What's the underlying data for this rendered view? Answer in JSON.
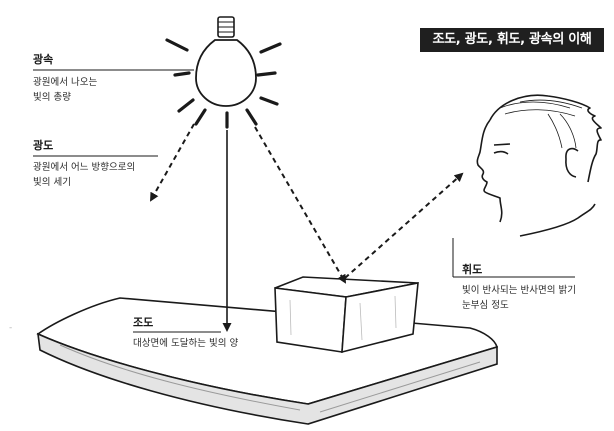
{
  "title": "조도, 광도, 휘도, 광속의 이해",
  "labels": {
    "luminous_flux": {
      "term": "광속",
      "desc": [
        "광원에서 나오는",
        "빛의 총량"
      ]
    },
    "luminous_intensity": {
      "term": "광도",
      "desc": [
        "광원에서 어느 방향으로의",
        "빛의 세기"
      ]
    },
    "illuminance": {
      "term": "조도",
      "desc": [
        "대상면에 도달하는 빛의 양"
      ]
    },
    "luminance": {
      "term": "휘도",
      "desc": [
        "빛이 반사되는 반사면의 밝기",
        "눈부심 정도"
      ]
    }
  },
  "colors": {
    "ink": "#1a1a1a",
    "badge_background": "#1f1f1f",
    "badge_text": "#ffffff",
    "surface_shade": "#dcdcdc"
  },
  "icons": [
    "light-bulb-icon",
    "person-head-icon",
    "box-icon",
    "platform-surface"
  ]
}
